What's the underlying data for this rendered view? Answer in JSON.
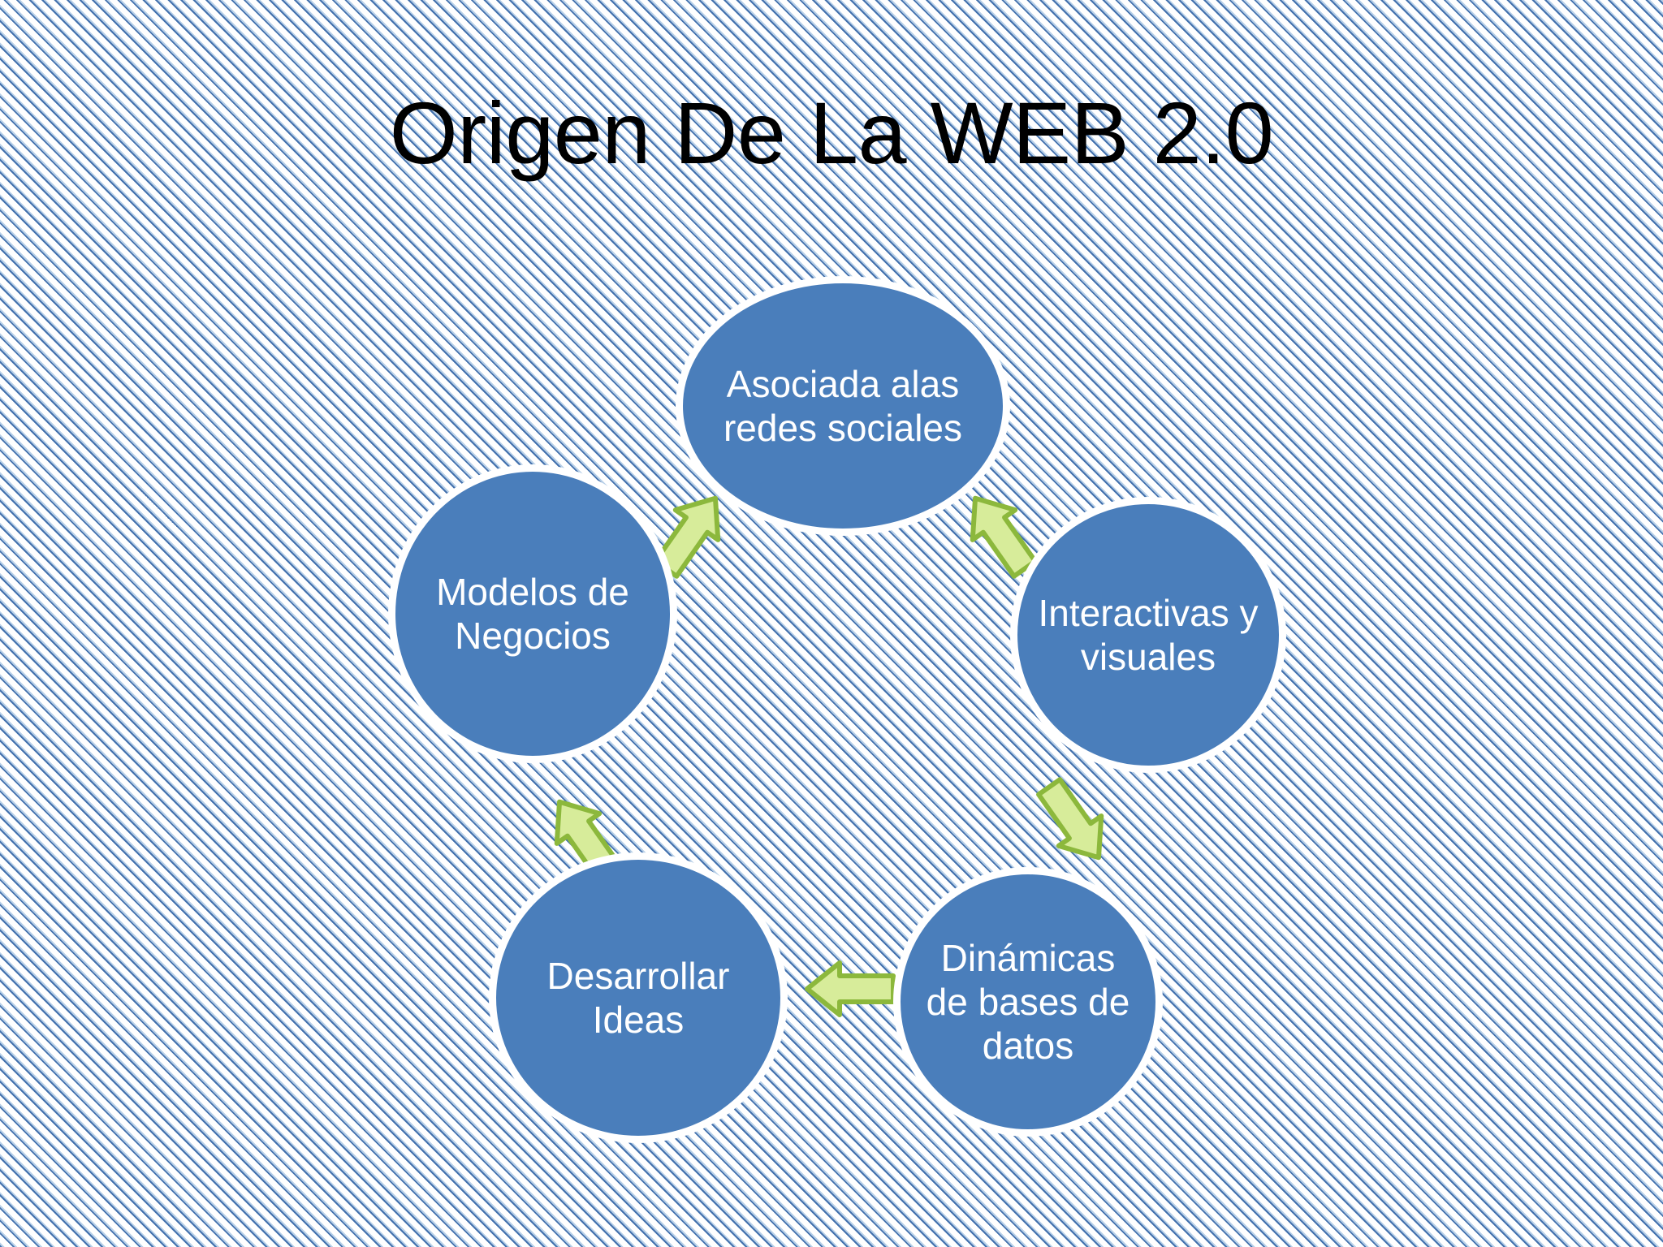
{
  "slide": {
    "title": "Origen De La WEB 2.0",
    "background_style": "diagonal-striped",
    "colors": {
      "node_fill": "#4A7EBB",
      "node_border": "#FFFFFF",
      "node_text": "#FFFFFF",
      "arrow_fill": "#D7EC9A",
      "arrow_border": "#8CB83C",
      "title_text": "#000000",
      "background_stripe": "#3A6AAA",
      "background_base": "#FFFFFF"
    }
  },
  "diagram": {
    "type": "cycle",
    "nodes": [
      {
        "id": "asociada",
        "label": "Asociada alas redes sociales",
        "position": "top"
      },
      {
        "id": "interactiva",
        "label": "Interactivas y visuales",
        "position": "right"
      },
      {
        "id": "dinamicas",
        "label": "Dinámicas de bases de datos",
        "position": "bottom-right"
      },
      {
        "id": "desarrollar",
        "label": "Desarrollar Ideas",
        "position": "bottom-left"
      },
      {
        "id": "modelos",
        "label": "Modelos de Negocios",
        "position": "left"
      }
    ],
    "arrows": [
      {
        "id": "modelos-asociada",
        "from": "modelos",
        "to": "asociada",
        "direction": "up-right"
      },
      {
        "id": "asociada-interactiva",
        "from": "asociada",
        "to": "interactiva",
        "direction": "up-right-mirror"
      },
      {
        "id": "interactiva-dinamicas",
        "from": "interactiva",
        "to": "dinamicas",
        "direction": "down-right"
      },
      {
        "id": "dinamicas-desarrollar",
        "from": "dinamicas",
        "to": "desarrollar",
        "direction": "left"
      },
      {
        "id": "desarrollar-modelos",
        "from": "desarrollar",
        "to": "modelos",
        "direction": "up-left"
      }
    ]
  }
}
